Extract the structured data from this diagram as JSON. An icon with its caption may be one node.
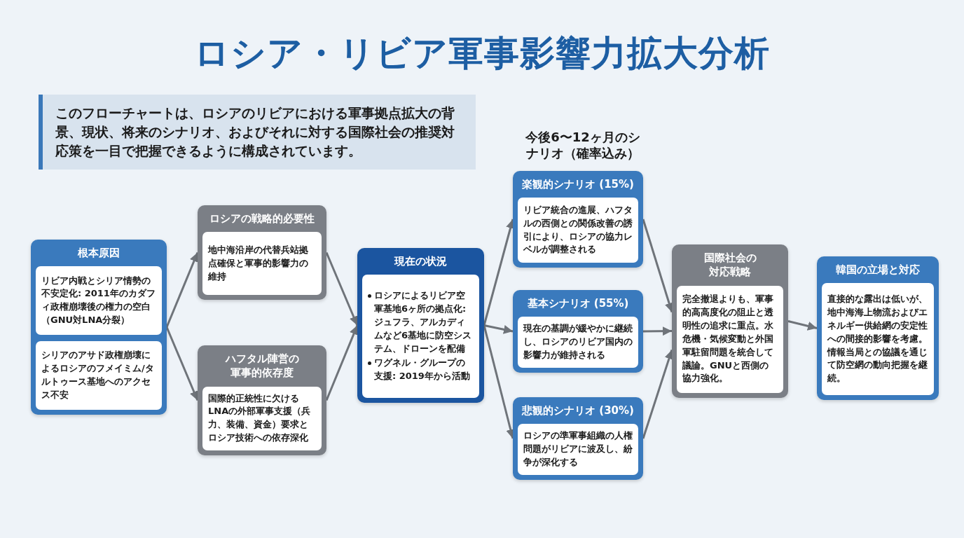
{
  "diagram": {
    "title": "ロシア・リビア軍事影響力拡大分析",
    "nodes": [
      {
        "text": [
          "根本原因"
        ]
      },
      {
        "text": [
          "リビア内戦とシリア情勢の不安定化: 2011年のカダフィ政権崩壊後の権力の空白（GNU対LNA分裂）"
        ],
        "in": 0
      },
      {
        "text": [
          "シリアのアサド政権崩壊によるロシアのフメイミム/タルトゥース基地へのアクセス不安"
        ],
        "in": 0
      },
      {
        "text": [
          "ロシアの戦略的必要性"
        ]
      },
      {
        "text": [
          "地中海沿岸の代替兵站拠点確保と軍事的影響力の維持"
        ],
        "in": 3
      },
      {
        "text": [
          "ハフタル陣営の軍事的依存度"
        ]
      },
      {
        "text": [
          "国際的正統性に欠けるLNAの外部軍事支援（兵力、装備、資金）要求とロシア技術への依存深化"
        ],
        "in": 5
      },
      {
        "text": [
          "現在の状況"
        ]
      },
      {
        "text": [
          "ロシアによるリビア空軍基地6ヶ所の拠点化: ジュフラ、アルカディムなど6基地に防空システム、ドローンを配備",
          "ワグネル・グループの支援: 2019年から活動"
        ],
        "in": 7
      },
      {
        "text": [
          "楽観的シナリオ (15%)"
        ]
      },
      {
        "text": [
          "リビア統合の進展、ハフタルの西側との関係改善の誘引により、ロシアの協力レベルが調整される"
        ],
        "in": 9
      },
      {
        "text": [
          "基本シナリオ (55%)"
        ]
      },
      {
        "text": [
          "現在の基調が緩やかに継続し、ロシアのリビア国内の影響力が維持される"
        ],
        "in": 11
      },
      {
        "text": [
          "悲観的シナリオ (30%)"
        ]
      },
      {
        "text": [
          "ロシアの準軍事組織の人権問題がリビアに波及し、紛争が深化する"
        ],
        "in": 13
      },
      {
        "text": [
          "国際社会の対応戦略"
        ]
      },
      {
        "text": [
          "完全撤退よりも、軍事的高高度化の阻止と透明性の追求に重点。水危機・気候変動と外国軍駐留問題を統合して議論。GNUと西側の協力強化。"
        ],
        "in": 15
      },
      {
        "text": [
          "韓国の立場と対応"
        ]
      },
      {
        "text": [
          "直接的な露出は低いが、地中海海上物流およびエネルギー供給網の安定性への間接的影響を考慮。情報当局との協議を通じて防空網の動向把握を継続。"
        ],
        "in": 17
      }
    ],
    "edges": [
      {
        "from": 0,
        "to": 3,
        "arrow": "to"
      },
      {
        "from": 0,
        "to": 5,
        "arrow": "to"
      },
      {
        "from": 3,
        "to": 7,
        "arrow": "to"
      },
      {
        "from": 5,
        "to": 7,
        "arrow": "to"
      },
      {
        "from": 7,
        "to": 9,
        "arrow": "to"
      },
      {
        "from": 7,
        "to": 11,
        "arrow": "to"
      },
      {
        "from": 7,
        "to": 13,
        "arrow": "to"
      },
      {
        "from": 9,
        "to": 15,
        "arrow": "to"
      },
      {
        "from": 11,
        "to": 15,
        "arrow": "to"
      },
      {
        "from": 13,
        "to": 15,
        "arrow": "to"
      },
      {
        "from": 15,
        "to": 17,
        "arrow": "to"
      }
    ],
    "labels": [
      "このフローチャートは、ロシアのリビアにおける軍事拠点拡大の背景、現状、将来のシナリオ、およびそれに対する国際社会の推奨対応策を一目で把握できるように構成されています。",
      "今後6〜12ヶ月のシナリオ（確率込み）"
    ]
  }
}
